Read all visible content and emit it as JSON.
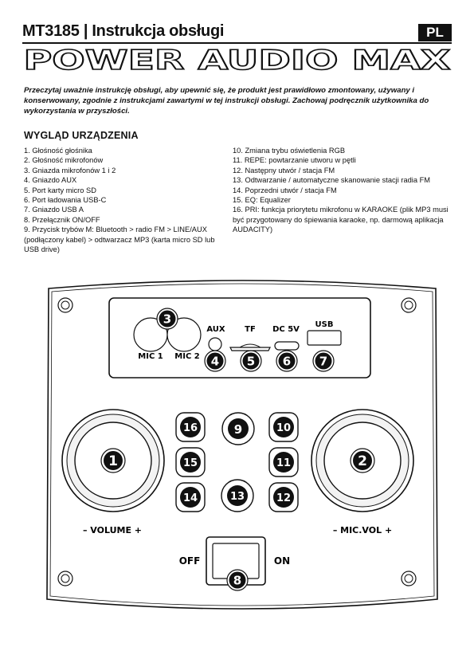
{
  "header": {
    "model": "MT3185",
    "separator": "|",
    "title": "Instrukcja obsługi",
    "lang": "PL",
    "brand": "POWER AUDIO MAX"
  },
  "intro": "Przeczytaj uważnie instrukcję obsługi, aby upewnić się, że produkt jest prawidłowo zmontowany, używany i konserwowany, zgodnie z instrukcjami zawartymi w tej instrukcji obsługi. Zachowaj podręcznik użytkownika do wykorzystania w przyszłości.",
  "section_title": "WYGLĄD URZĄDZENIA",
  "items_left": [
    "1. Głośność głośnika",
    "2. Głośność mikrofonów",
    "3. Gniazda mikrofonów 1 i 2",
    "4. Gniazdo AUX",
    "5. Port karty micro SD",
    "6. Port ładowania USB-C",
    "7. Gniazdo USB A",
    "8. Przełącznik ON/OFF",
    "9. Przycisk trybów M: Bluetooth > radio FM > LINE/AUX (podłączony kabel) > odtwarzacz MP3 (karta micro SD lub USB drive)"
  ],
  "items_right": [
    "10. Zmiana trybu oświetlenia RGB",
    "11. REPE: powtarzanie utworu w pętli",
    "12. Następny utwór / stacja FM",
    "13. Odtwarzanie / automatyczne skanowanie stacji radia FM",
    "14. Poprzedni utwór / stacja FM",
    "15. EQ: Equalizer",
    "16. PRI: funkcja priorytetu mikrofonu w KARAOKE (plik MP3 musi być przygotowany do śpiewania karaoke, np. darmową aplikacja AUDACITY)"
  ],
  "diagram": {
    "labels": {
      "mic1": "MIC 1",
      "mic2": "MIC 2",
      "aux": "AUX",
      "tf": "TF",
      "dc": "DC 5V",
      "usb": "USB",
      "volume": "– VOLUME +",
      "micvol": "– MIC.VOL +",
      "off": "OFF",
      "on": "ON"
    },
    "numbers": {
      "n1": "1",
      "n2": "2",
      "n3": "3",
      "n4": "4",
      "n5": "5",
      "n6": "6",
      "n7": "7",
      "n8": "8",
      "n9": "9",
      "n10": "10",
      "n11": "11",
      "n12": "12",
      "n13": "13",
      "n14": "14",
      "n15": "15",
      "n16": "16"
    }
  }
}
